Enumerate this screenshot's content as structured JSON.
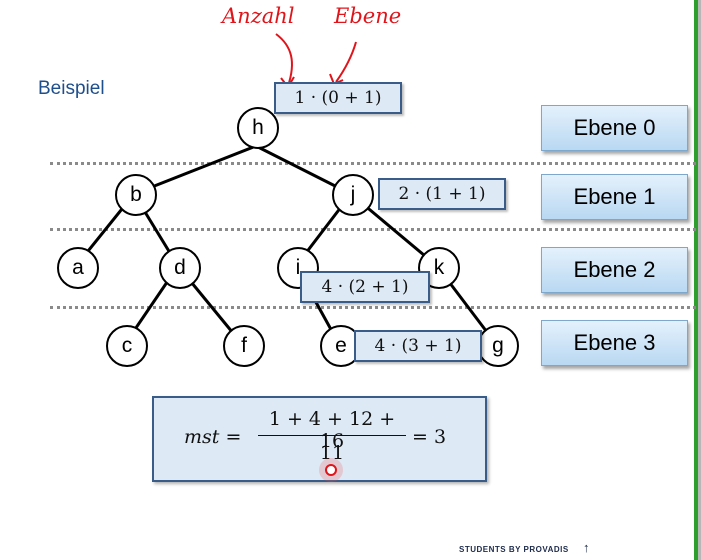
{
  "slide": {
    "title": "Beispiel",
    "annotations": {
      "count": "Anzahl",
      "level": "Ebene"
    },
    "tree": {
      "root": "h",
      "level1": [
        "b",
        "j"
      ],
      "level2": [
        "a",
        "d",
        "i",
        "k"
      ],
      "level3": [
        "c",
        "f",
        "e",
        "g"
      ],
      "edges": [
        [
          "h",
          "b"
        ],
        [
          "h",
          "j"
        ],
        [
          "b",
          "a"
        ],
        [
          "b",
          "d"
        ],
        [
          "d",
          "c"
        ],
        [
          "d",
          "f"
        ],
        [
          "j",
          "i"
        ],
        [
          "j",
          "k"
        ],
        [
          "i",
          "e"
        ],
        [
          "k",
          "g"
        ]
      ]
    },
    "level_formulas": [
      "1 · (0 + 1)",
      "2 · (1 + 1)",
      "4 · (2 + 1)",
      "4 · (3 + 1)"
    ],
    "level_labels": [
      "Ebene 0",
      "Ebene 1",
      "Ebene 2",
      "Ebene 3"
    ],
    "mst": {
      "lhs": "mst =",
      "numerator": "1 + 4 + 12 + 16",
      "denominator": "11",
      "rhs": "= 3"
    },
    "footer": {
      "logo_text": "STUDENTS BY PROVADIS",
      "arrow_icon": "up-arrow-icon"
    },
    "colors": {
      "accent_green": "#2e9e2e",
      "annotation_red": "#e0151b",
      "box_fill": "#dde9f5"
    }
  }
}
